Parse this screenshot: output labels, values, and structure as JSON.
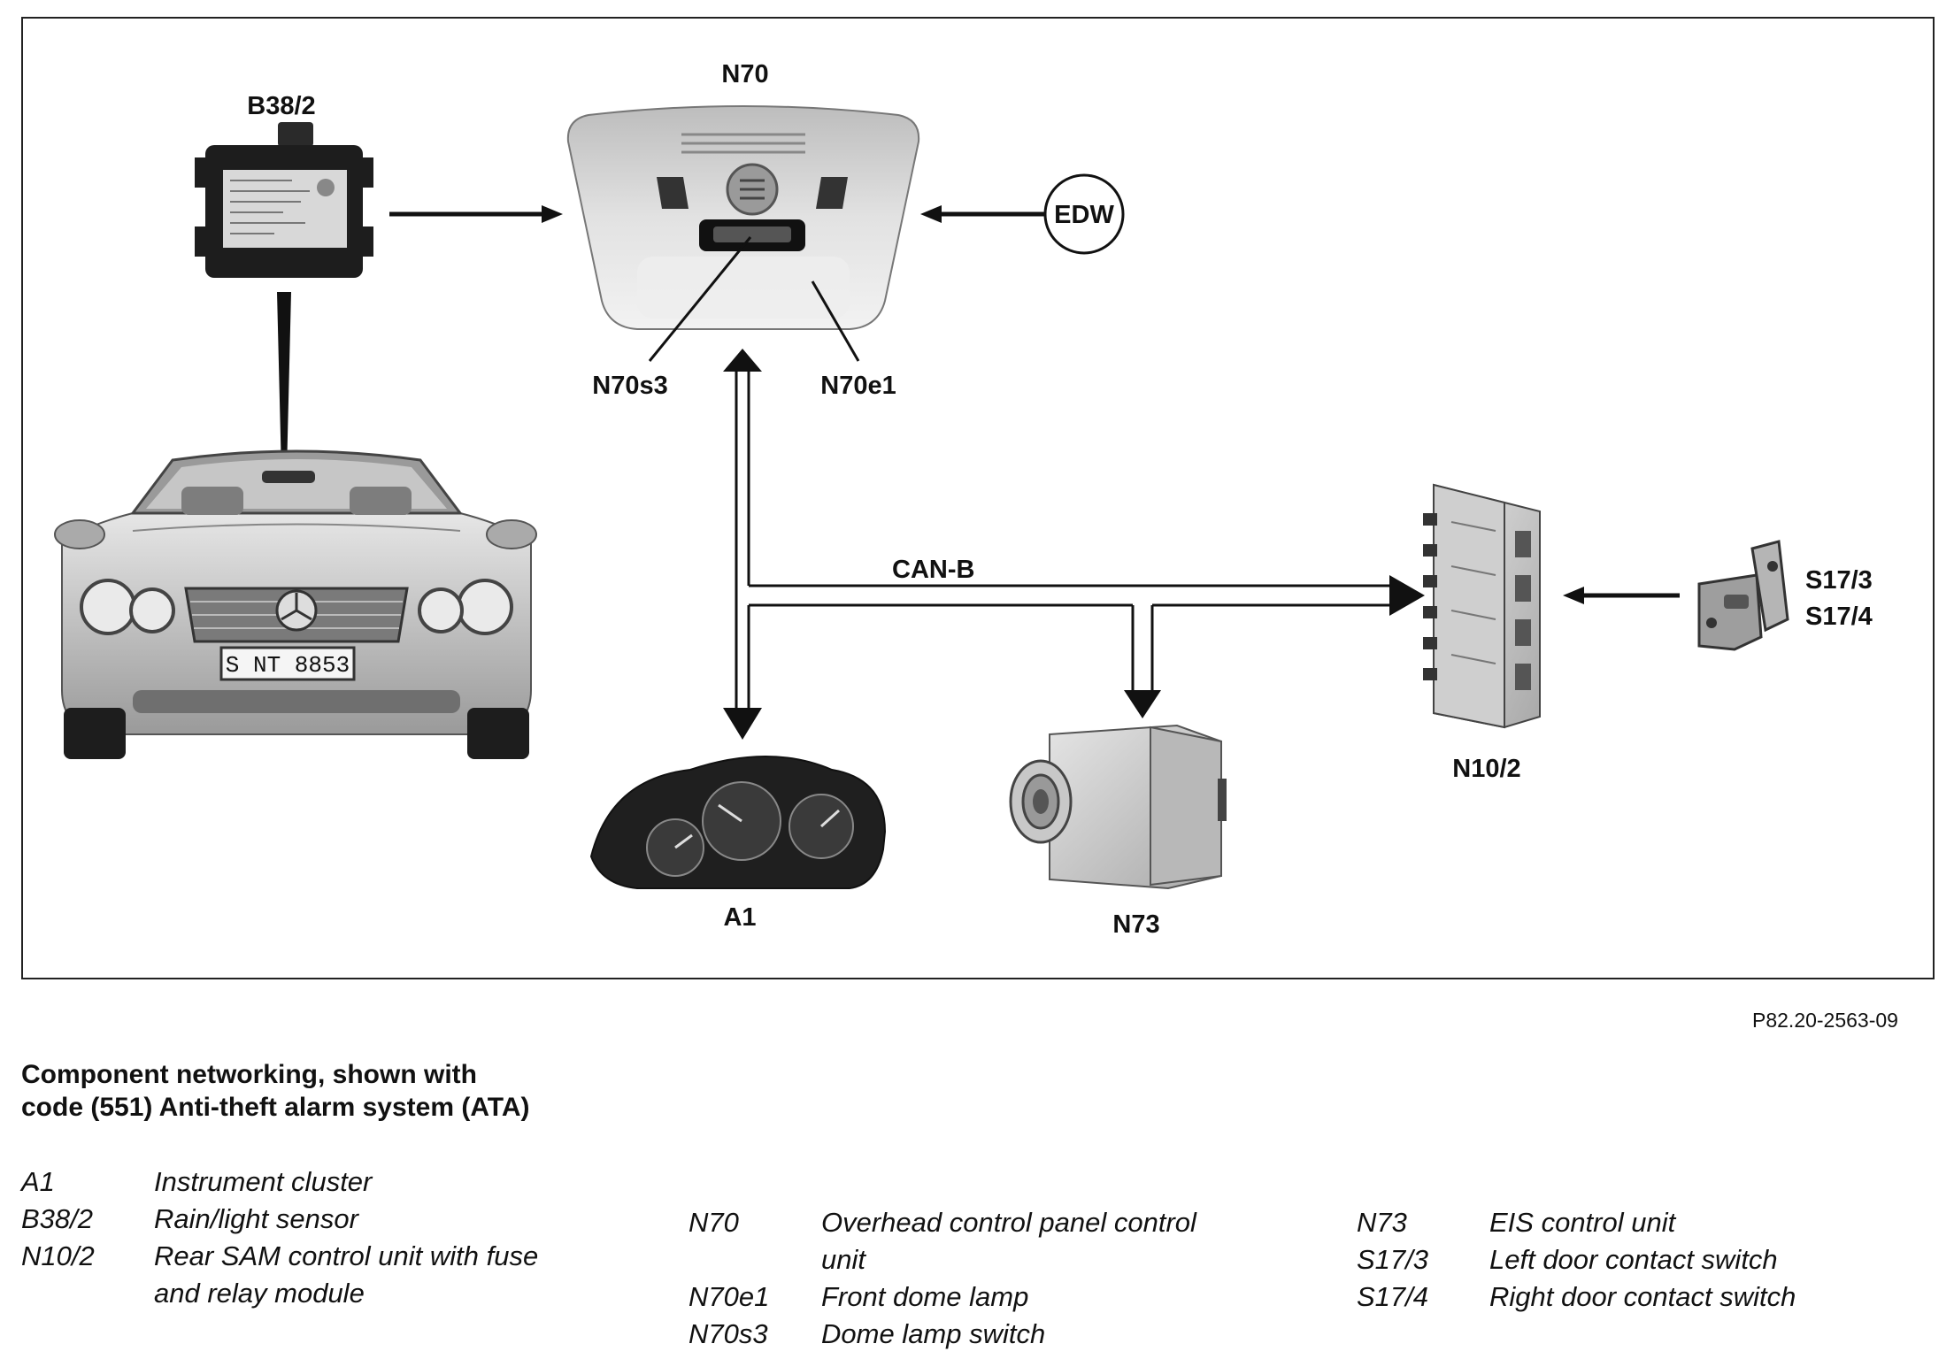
{
  "diagram": {
    "labels": {
      "b38_2": "B38/2",
      "n70": "N70",
      "edw": "EDW",
      "n70s3": "N70s3",
      "n70e1": "N70e1",
      "can_b": "CAN-B",
      "s17_3": "S17/3",
      "s17_4": "S17/4",
      "n10_2": "N10/2",
      "a1": "A1",
      "n73": "N73",
      "plate": "S NT 8853"
    },
    "colors": {
      "line": "#111111",
      "module_dark": "#1d1d1d",
      "module_label": "#d8d8d8",
      "silver": "#c9c9c9",
      "panel": "#dadada",
      "sam_unit": "#b8b8b8"
    }
  },
  "reference": "P82.20-2563-09",
  "caption": {
    "line1": "Component networking, shown with",
    "line2": "code (551) Anti-theft alarm system (ATA)"
  },
  "legend": {
    "col1": [
      {
        "code": "A1",
        "desc": "Instrument cluster"
      },
      {
        "code": "B38/2",
        "desc": "Rain/light sensor"
      },
      {
        "code": "N10/2",
        "desc": "Rear SAM control unit with fuse"
      },
      {
        "code": "",
        "desc": "and relay module"
      }
    ],
    "col2": [
      {
        "code": "N70",
        "desc": "Overhead control panel control"
      },
      {
        "code": "",
        "desc": "unit"
      },
      {
        "code": "N70e1",
        "desc": "Front dome lamp"
      },
      {
        "code": "N70s3",
        "desc": "Dome lamp switch"
      }
    ],
    "col3": [
      {
        "code": "N73",
        "desc": "EIS control unit"
      },
      {
        "code": "S17/3",
        "desc": "Left door contact switch"
      },
      {
        "code": "S17/4",
        "desc": "Right door contact switch"
      }
    ]
  }
}
